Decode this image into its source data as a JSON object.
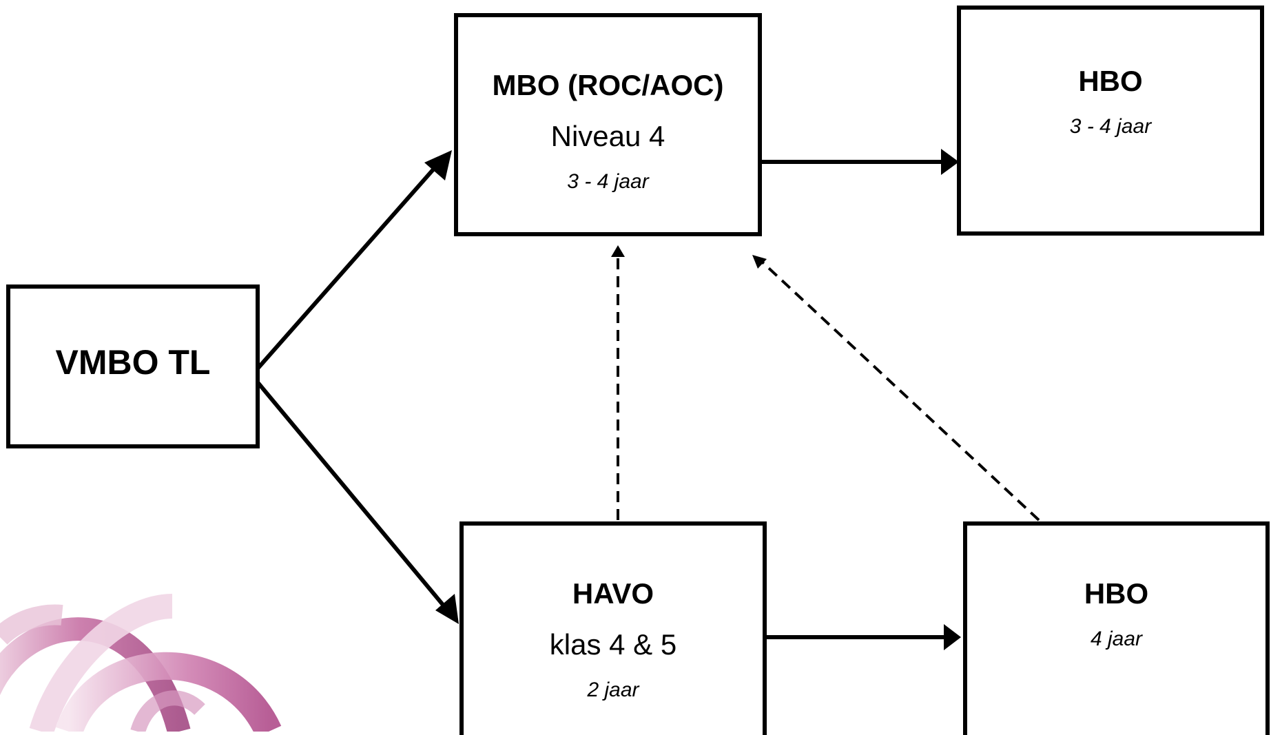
{
  "nodes": {
    "vmbo": {
      "title": "VMBO TL"
    },
    "mbo": {
      "title": "MBO (ROC/AOC)",
      "level": "Niveau 4",
      "duration": "3 - 4 jaar"
    },
    "hbo_top": {
      "title": "HBO",
      "duration": "3 - 4 jaar"
    },
    "havo": {
      "title": "HAVO",
      "level": "klas 4 & 5",
      "duration": "2 jaar"
    },
    "hbo_bottom": {
      "title": "HBO",
      "duration": "4 jaar"
    }
  },
  "edges": [
    {
      "from": "VMBO TL",
      "to": "MBO (ROC/AOC)",
      "style": "solid"
    },
    {
      "from": "VMBO TL",
      "to": "HAVO",
      "style": "solid"
    },
    {
      "from": "MBO (ROC/AOC)",
      "to": "HBO",
      "style": "solid"
    },
    {
      "from": "HAVO",
      "to": "HBO",
      "style": "solid"
    },
    {
      "from": "HAVO",
      "to": "MBO (ROC/AOC)",
      "style": "dashed"
    },
    {
      "from": "HBO",
      "to": "MBO (ROC/AOC)",
      "style": "dashed"
    }
  ],
  "colors": {
    "line": "#000000",
    "logo_primary": "#b5538f",
    "logo_light": "#e4bcd3"
  },
  "logo": {
    "icon": "overlapping-arcs-logo"
  }
}
